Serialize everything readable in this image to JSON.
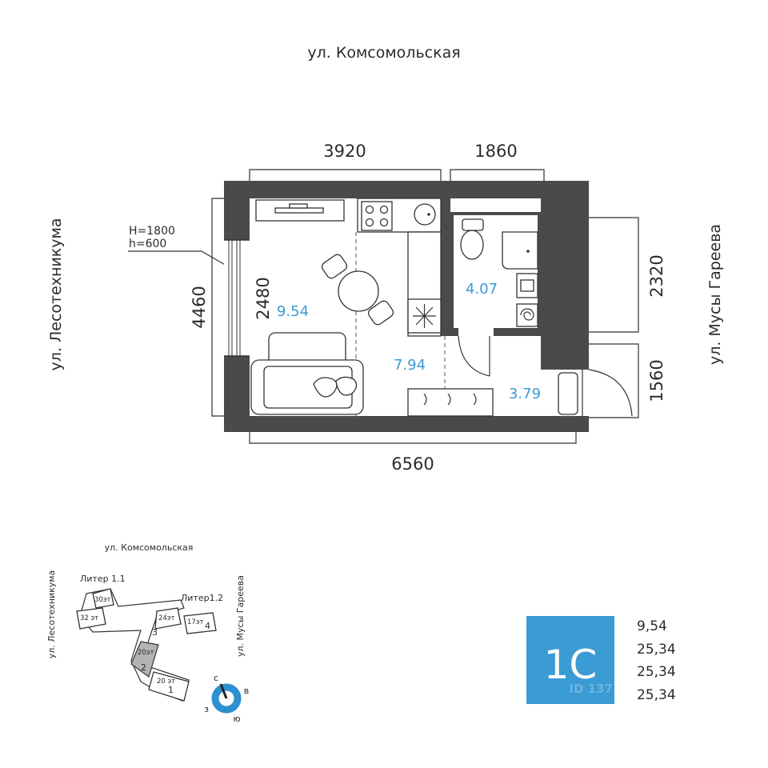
{
  "plan": {
    "street_top": "ул. Комсомольская",
    "street_left": "ул. Лесотехникума",
    "street_right": "ул. Мусы Гареева",
    "dim_top_left": "3920",
    "dim_top_right": "1860",
    "dim_bottom": "6560",
    "dim_left": "4460",
    "dim_inner_left": "2480",
    "dim_right_top": "2320",
    "dim_right_bottom": "1560",
    "window_h1": "H=1800",
    "window_h2": "h=600",
    "room_living": "9.54",
    "room_kitchen": "7.94",
    "room_bath": "4.07",
    "room_hall": "3.79"
  },
  "site": {
    "street_top": "ул. Комсомольская",
    "street_left": "ул. Лесотехникума",
    "street_right": "ул. Мусы Гареева",
    "liter_1_1": "Литер 1.1",
    "liter_1_2": "Литер1.2",
    "b_30": "30эт",
    "b_32": "32 эт",
    "b_24": "24эт",
    "b_17": "17эт",
    "b_20a": "20эт",
    "b_20b": "20 эт",
    "n1": "1",
    "n2": "2",
    "n3": "3",
    "n4": "4",
    "compass_n": "с",
    "compass_e": "в",
    "compass_s": "ю",
    "compass_w": "з"
  },
  "badge": {
    "label": "1C",
    "watermark": "ID 137",
    "color": "#3a9bd5"
  },
  "areas_list": [
    "9,54",
    "25,34",
    "25,34",
    "25,34"
  ]
}
